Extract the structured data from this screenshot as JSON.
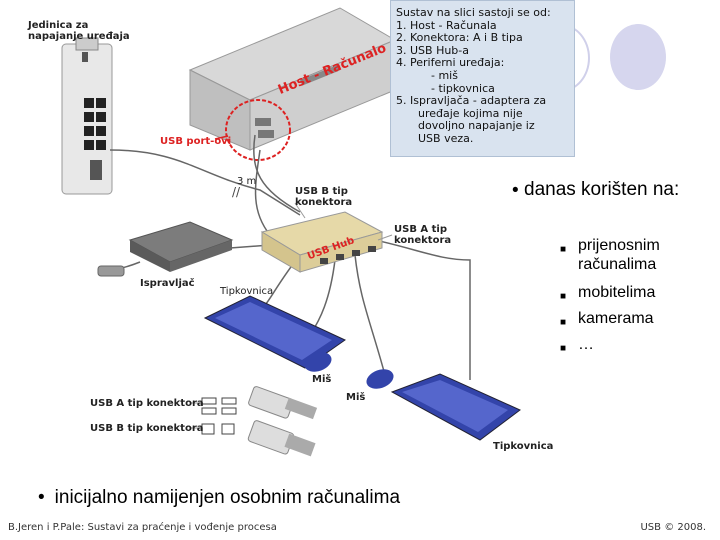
{
  "diagram": {
    "labels": {
      "power_unit": [
        "Jedinica za",
        "napajanje uređaja"
      ],
      "usb_ports": "USB port-ovi",
      "host_pc": "Host - Računalo",
      "cable_length": "3 m",
      "usb_b_connector": [
        "USB B tip",
        "konektora"
      ],
      "usb_a_connector": [
        "USB A tip",
        "konektora"
      ],
      "usb_hub": "USB Hub",
      "adapter": "Ispravljač",
      "keyboard_1": "Tipkovnica",
      "mouse_1": "Miš",
      "mouse_2": "Miš",
      "keyboard_2": "Tipkovnica",
      "usb_a_type": "USB A tip konektora",
      "usb_b_type": "USB B tip konektora"
    },
    "legend": {
      "title": "Sustav na slici sastoji se od:",
      "items": [
        "1. Host - Računala",
        "2. Konektora: A i B tipa",
        "3. USB Hub-a",
        "4. Periferni uređaja:",
        "- miš",
        "- tipkovnica",
        "5. Ispravljača - adaptera za",
        "uređaje kojima nije",
        "dovoljno napajanje iz",
        "USB veza."
      ]
    }
  },
  "content": {
    "main_bullet": "danas korišten na:",
    "sub_items": [
      "prijenosnim računalima",
      "mobitelima",
      "kamerama",
      "…"
    ],
    "bottom_bullet": "inicijalno namijenjen osobnim računalima"
  },
  "footer": {
    "left": "B.Jeren i P.Pale: Sustavi za praćenje i vođenje procesa",
    "right": "USB © 2008."
  },
  "colors": {
    "legend_bg": "#d9e3ef",
    "accent_circle": "#d6d6ee",
    "red_label": "#dd2222"
  }
}
